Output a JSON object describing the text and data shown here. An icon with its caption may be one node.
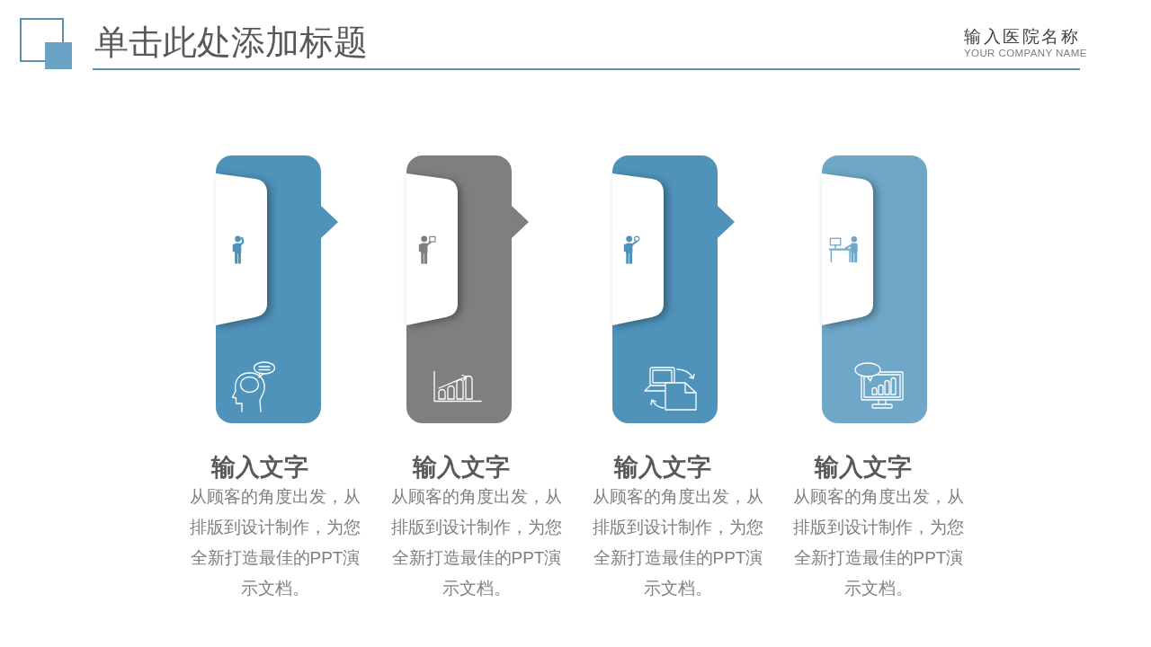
{
  "diagram": {
    "title": "单击此处添加标题",
    "nodes": [
      {
        "text": [
          "输入文字",
          "从顾客的角度出发，从排版到设计制作，为您全新打造最佳的PPT演示文档。"
        ]
      },
      {
        "text": [
          "输入文字",
          "从顾客的角度出发，从排版到设计制作，为您全新打造最佳的PPT演示文档。"
        ]
      },
      {
        "text": [
          "输入文字",
          "从顾客的角度出发，从排版到设计制作，为您全新打造最佳的PPT演示文档。"
        ]
      },
      {
        "text": [
          "输入文字",
          "从顾客的角度出发，从排版到设计制作，为您全新打造最佳的PPT演示文档。"
        ]
      }
    ],
    "edges": [
      {
        "from": 0,
        "to": null,
        "arrow": "to"
      },
      {
        "from": 1,
        "to": null,
        "arrow": "to",
        "color": "#7f7f7f"
      },
      {
        "from": 2,
        "to": null,
        "arrow": "to"
      }
    ],
    "labels": [
      "输入医院名称",
      "YOUR COMPANY NAME"
    ]
  }
}
